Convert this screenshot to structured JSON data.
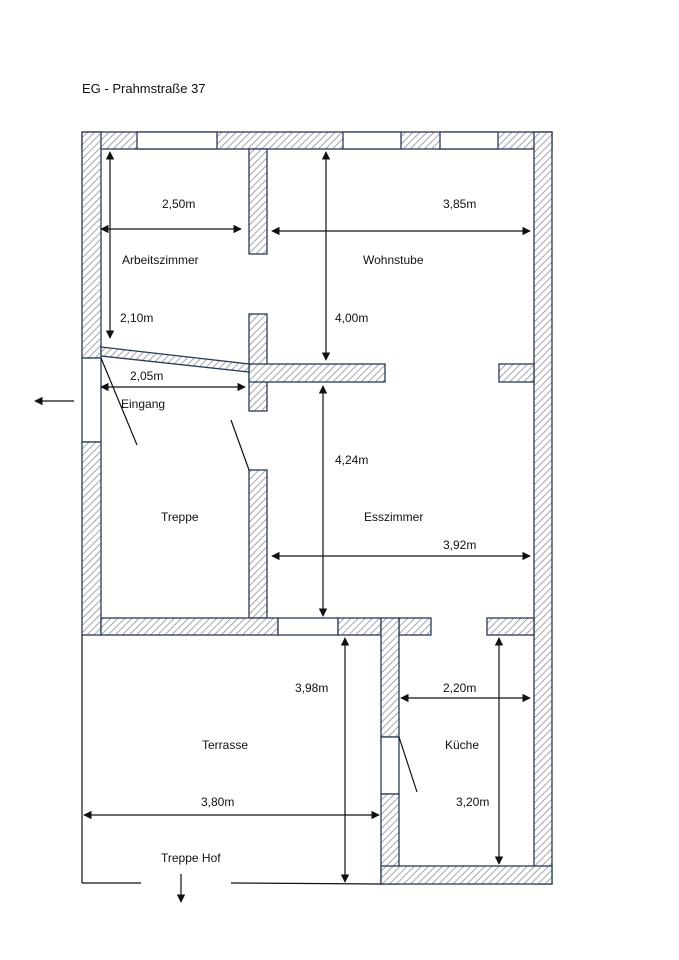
{
  "title": "EG - Prahmstraße 37",
  "rooms": {
    "arbeitszimmer": "Arbeitszimmer",
    "wohnstube": "Wohnstube",
    "eingang": "Eingang",
    "treppe": "Treppe",
    "esszimmer": "Esszimmer",
    "terrasse": "Terrasse",
    "kueche": "Küche",
    "treppe_hof": "Treppe Hof"
  },
  "dimensions": {
    "d_2_50": "2,50m",
    "d_3_85": "3,85m",
    "d_2_10": "2,10m",
    "d_4_00": "4,00m",
    "d_2_05": "2,05m",
    "d_4_24": "4,24m",
    "d_3_92": "3,92m",
    "d_3_98": "3,98m",
    "d_2_20": "2,20m",
    "d_3_80": "3,80m",
    "d_3_20": "3,20m"
  },
  "colors": {
    "wall_outline": "#2a3a55",
    "hatch": "#8a8f99",
    "text": "#111111"
  }
}
